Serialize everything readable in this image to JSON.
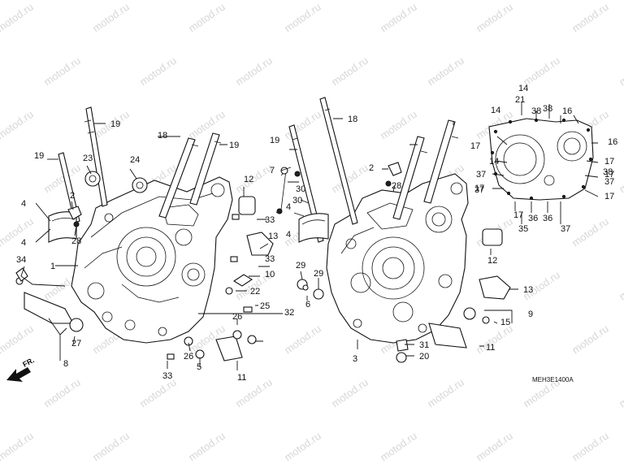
{
  "diagram": {
    "drawing_code": "MEH3E1400A",
    "direction_label": "FR.",
    "watermark_text": "motod.ru",
    "callouts": [
      "1",
      "2",
      "2",
      "3",
      "4",
      "4",
      "4",
      "4",
      "5",
      "6",
      "7",
      "8",
      "9",
      "10",
      "11",
      "11",
      "12",
      "12",
      "13",
      "13",
      "14",
      "14",
      "14",
      "15",
      "16",
      "16",
      "17",
      "17",
      "17",
      "17",
      "17",
      "17",
      "18",
      "18",
      "19",
      "19",
      "19",
      "19",
      "20",
      "21",
      "22",
      "23",
      "24",
      "25",
      "26",
      "26",
      "27",
      "28",
      "28",
      "29",
      "29",
      "30",
      "30",
      "31",
      "32",
      "33",
      "33",
      "33",
      "34",
      "35",
      "36",
      "36",
      "37",
      "37",
      "37",
      "37",
      "38",
      "38",
      "38"
    ]
  },
  "colors": {
    "line": "#111111",
    "watermark": "#d7d7d7",
    "background": "#ffffff"
  }
}
